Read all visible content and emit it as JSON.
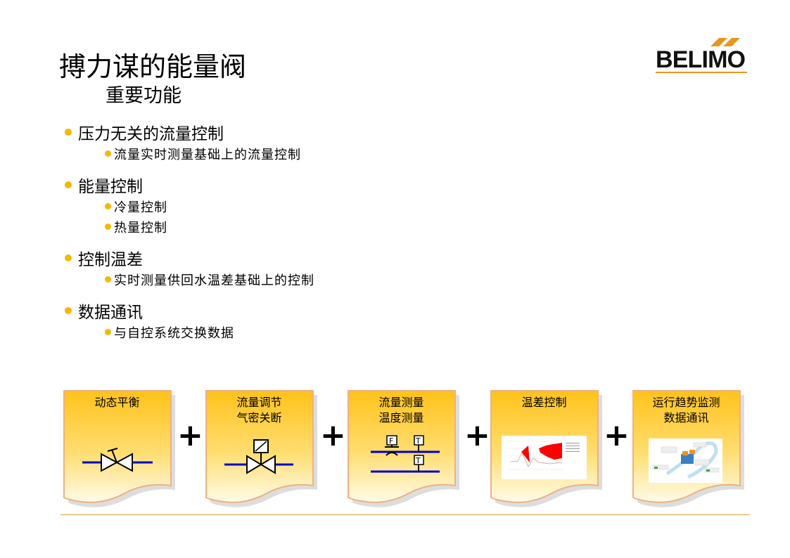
{
  "title": "搏力谋的能量阀",
  "subtitle": "重要功能",
  "logo": {
    "text": "BELIMO",
    "accent": "#e8951e"
  },
  "bullets": [
    {
      "label": "压力无关的流量控制",
      "children": [
        "流量实时测量基础上的流量控制"
      ]
    },
    {
      "label": "能量控制",
      "children": [
        "冷量控制",
        "热量控制"
      ]
    },
    {
      "label": "控制温差",
      "children": [
        "实时测量供回水温差基础上的控制"
      ]
    },
    {
      "label": "数据通讯",
      "children": [
        "与自控系统交换数据"
      ]
    }
  ],
  "cards": [
    {
      "line1": "动态平衡",
      "line2": ""
    },
    {
      "line1": "流量调节",
      "line2": "气密关断"
    },
    {
      "line1": "流量测量",
      "line2": "温度测量",
      "sensor_f": "F",
      "sensor_t": "T"
    },
    {
      "line1": "温差控制",
      "line2": ""
    },
    {
      "line1": "运行趋势监测",
      "line2": "数据通讯"
    }
  ],
  "plus": "+",
  "colors": {
    "bullet": "#f5b800",
    "card_top": "#ffc21a",
    "card_bottom": "#fffbe8",
    "pipe": "#0000c8",
    "border": "#f0b080"
  }
}
